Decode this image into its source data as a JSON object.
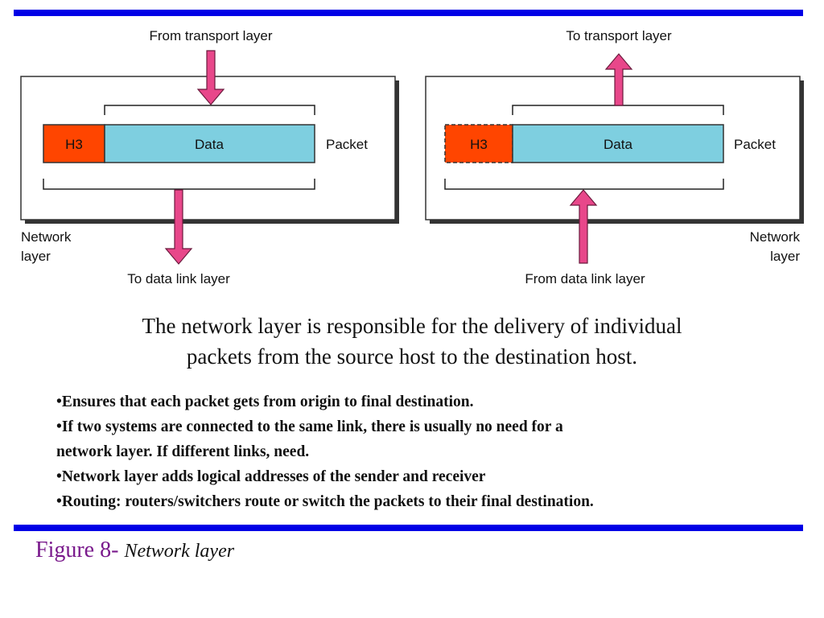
{
  "diagram": {
    "left": {
      "top_label": "From transport layer",
      "bottom_label": "To data link layer",
      "side_label_line1": "Network",
      "side_label_line2": "layer",
      "header": "H3",
      "data": "Data",
      "packet": "Packet"
    },
    "right": {
      "top_label": "To transport layer",
      "bottom_label": "From data link layer",
      "side_label_line1": "Network",
      "side_label_line2": "layer",
      "header": "H3",
      "data": "Data",
      "packet": "Packet"
    }
  },
  "caption": {
    "line1": "The network layer is responsible for the delivery of individual",
    "line2": "packets from the source host to the destination host."
  },
  "bullets": [
    "•Ensures that each packet gets from origin to final destination.",
    "•If two systems are connected to the same link, there is usually no need for a",
    "network layer.  If different links, need.",
    "•Network layer adds logical addresses of the sender and receiver",
    "•Routing: routers/switchers route or switch the packets to their final destination."
  ],
  "figure": {
    "label": "Figure 8-",
    "title": "Network layer"
  },
  "colors": {
    "bar": "#0000e6",
    "header_fill": "#ff4500",
    "data_fill": "#7ecfe0",
    "arrow_fill": "#e8478a",
    "figure_label": "#7a1a8c"
  }
}
